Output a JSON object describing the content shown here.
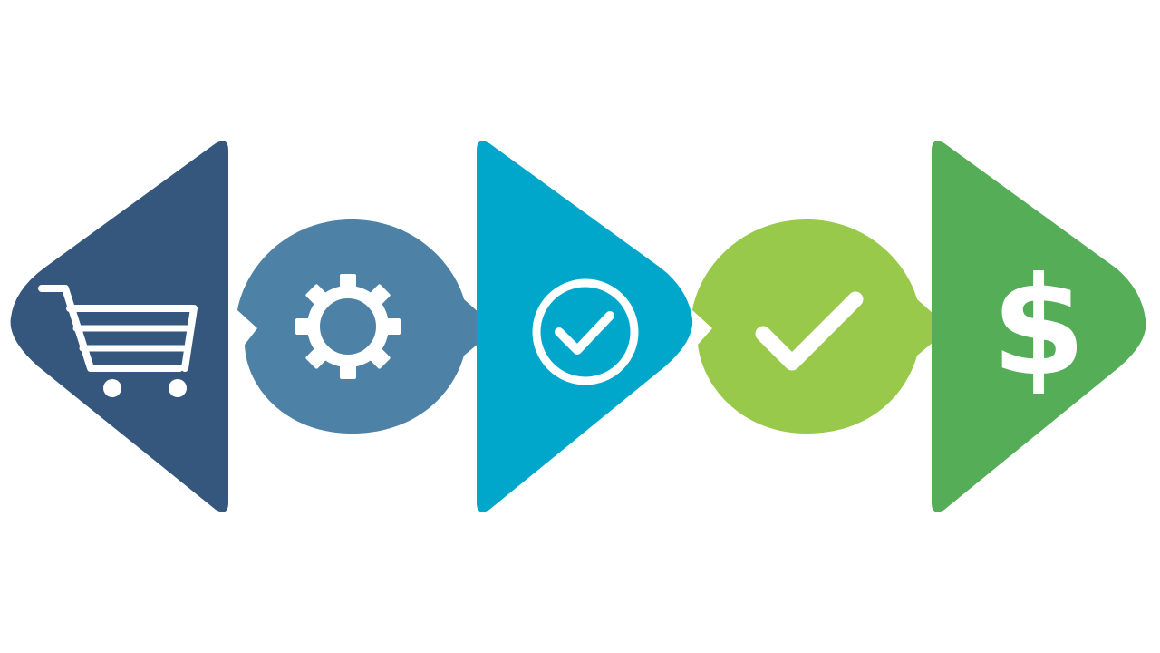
{
  "colors": {
    "background": "#ffffff",
    "step1": "#35577d",
    "step2": "#4d82a6",
    "step3": "#00a7ca",
    "step4": "#98c94b",
    "step5": "#55ae57",
    "icon": "#ffffff"
  },
  "steps": [
    {
      "shape": "diamond-left",
      "icon": "shopping-cart-icon"
    },
    {
      "shape": "speech-bubble-right",
      "icon": "gear-icon"
    },
    {
      "shape": "diamond-right",
      "icon": "check-circle-icon"
    },
    {
      "shape": "speech-bubble-right",
      "icon": "check-mark-icon"
    },
    {
      "shape": "diamond-right",
      "icon": "dollar-sign-icon"
    }
  ],
  "dollar_symbol": "$"
}
